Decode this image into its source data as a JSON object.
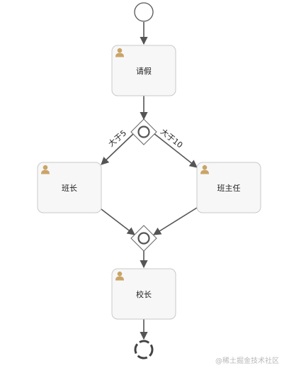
{
  "diagram": {
    "tasks": {
      "leave_request": "请假",
      "class_monitor": "班长",
      "head_teacher": "班主任",
      "principal": "校长"
    },
    "conditions": {
      "gt5": "大于5",
      "gt10": "大于10"
    }
  },
  "watermark": "@稀土掘金技术社区",
  "colors": {
    "task_fill": "#f7f7f7",
    "task_stroke": "#c8c8c8",
    "flow": "#555555",
    "user_icon": "#c9a468"
  }
}
